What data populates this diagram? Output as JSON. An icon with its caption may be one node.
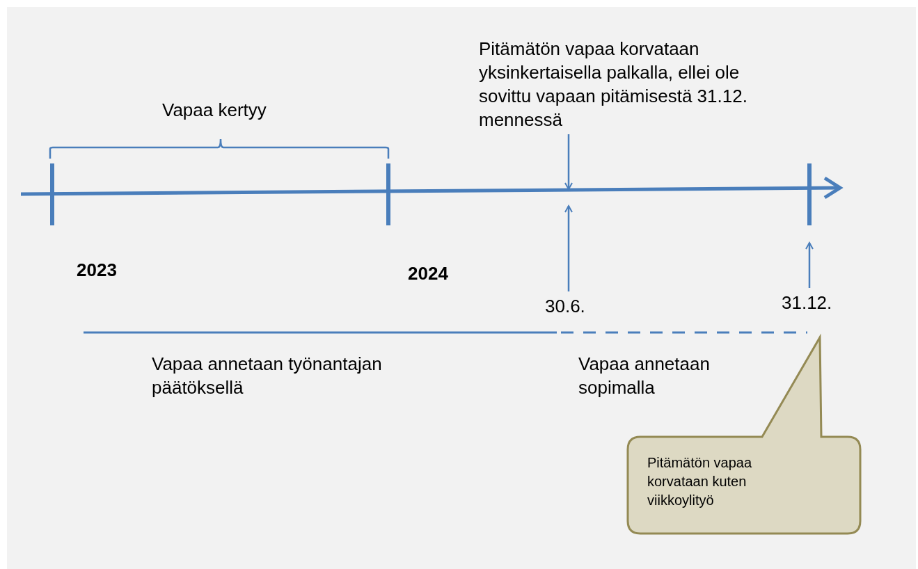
{
  "diagram": {
    "nodes": [
      {
        "text": [
          "Pitämätön vapaa korvataan yksinkertaisella palkalla, ellei ole sovittu vapaan pitämisestä 31.12. mennessä"
        ]
      },
      {
        "text": [
          "30.6."
        ]
      },
      {
        "text": [
          "31.12."
        ]
      },
      {
        "text": [
          "Pitämätön vapaa korvataan kuten viikkoylityö"
        ]
      }
    ],
    "edges": [
      {
        "from": 0,
        "to": null,
        "arrow": "to"
      },
      {
        "from": 1,
        "to": null,
        "arrow": "to"
      },
      {
        "from": 2,
        "to": null,
        "arrow": "to"
      }
    ],
    "labels": [
      "Vapaa kertyy",
      "2023",
      "2024",
      "Vapaa annetaan työnantajan päätöksellä",
      "Vapaa annetaan sopimalla"
    ]
  }
}
